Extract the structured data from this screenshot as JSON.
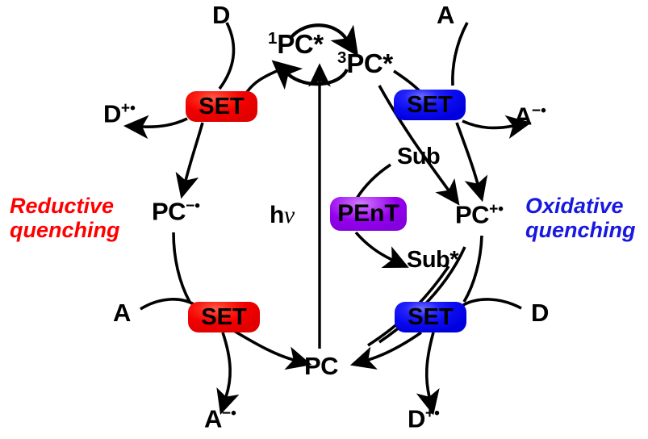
{
  "diagram": {
    "title": "Photocatalysis quenching cycles",
    "colors": {
      "set_red": "#f20000",
      "set_blue": "#0b0bf0",
      "pent_purple": "#9500ee",
      "reductive_text": "#ff0000",
      "oxidative_text": "#1818e0",
      "arrow": "#000000",
      "background": "#ffffff"
    }
  },
  "excited_states": {
    "singlet_prefix": "1",
    "singlet_body": "PC*",
    "triplet_prefix": "3",
    "triplet_body": "PC*",
    "isc_arrow_label": ""
  },
  "ground_state": {
    "label": "PC"
  },
  "excitation": {
    "label_h": "h",
    "label_nu": "ν"
  },
  "boxes": {
    "set_top_left": "SET",
    "set_top_right": "SET",
    "set_bottom_left": "SET",
    "set_bottom_right": "SET",
    "pent": "PEnT"
  },
  "side_labels": {
    "reductive_line1": "Reductive",
    "reductive_line2": "quenching",
    "oxidative_line1": "Oxidative",
    "oxidative_line2": "quenching"
  },
  "reductive_cycle": {
    "donor_in": "D",
    "donor_radical_cation_base": "D",
    "donor_radical_cation_sup": "+•",
    "pc_radical_anion_base": "PC",
    "pc_radical_anion_sup": "−•",
    "acceptor_in": "A",
    "acceptor_radical_anion_base": "A",
    "acceptor_radical_anion_sup": "−•"
  },
  "oxidative_cycle": {
    "acceptor_in": "A",
    "acceptor_radical_anion_base": "A",
    "acceptor_radical_anion_sup": "−•",
    "pc_radical_cation_base": "PC",
    "pc_radical_cation_sup": "+•",
    "donor_in": "D",
    "donor_radical_cation_base": "D",
    "donor_radical_cation_sup": "+•"
  },
  "energy_transfer": {
    "substrate": "Sub",
    "substrate_excited": "Sub*"
  }
}
